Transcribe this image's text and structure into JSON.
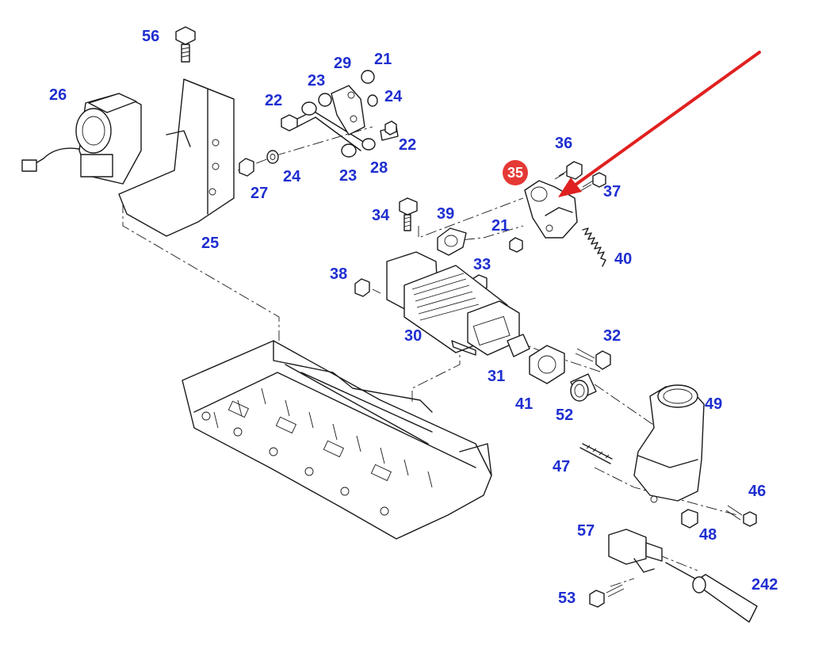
{
  "callouts": {
    "c56": "56",
    "c26": "26",
    "c25": "25",
    "c27": "27",
    "c22a": "22",
    "c23a": "23",
    "c29": "29",
    "c21a": "21",
    "c24a": "24",
    "c22b": "22",
    "c24b": "24",
    "c23b": "23",
    "c28": "28",
    "c36": "36",
    "c37": "37",
    "c21b": "21",
    "c40": "40",
    "c34": "34",
    "c39": "39",
    "c33": "33",
    "c38": "38",
    "c30": "30",
    "c32": "32",
    "c31": "31",
    "c41": "41",
    "c52": "52",
    "c49": "49",
    "c47": "47",
    "c46": "46",
    "c48": "48",
    "c57": "57",
    "c53": "53",
    "c242": "242"
  },
  "highlight": {
    "label": "35",
    "color": "#e53935"
  },
  "colors": {
    "callout": "#1f2fd0",
    "arrow": "#e02020",
    "lines": "#1a1a1a"
  }
}
